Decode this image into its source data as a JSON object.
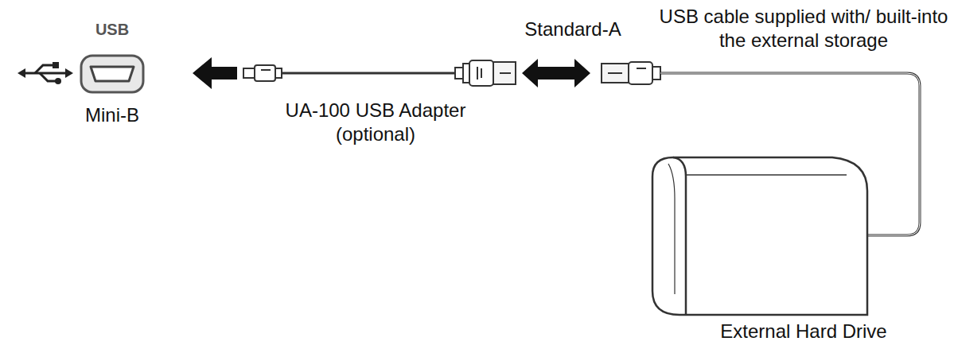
{
  "diagram": {
    "labels": [
      "USB",
      "Mini-B",
      "UA-100 USB Adapter (optional)",
      "Standard-A",
      "USB cable supplied with/ built-into the external storage",
      "External Hard Drive"
    ]
  }
}
